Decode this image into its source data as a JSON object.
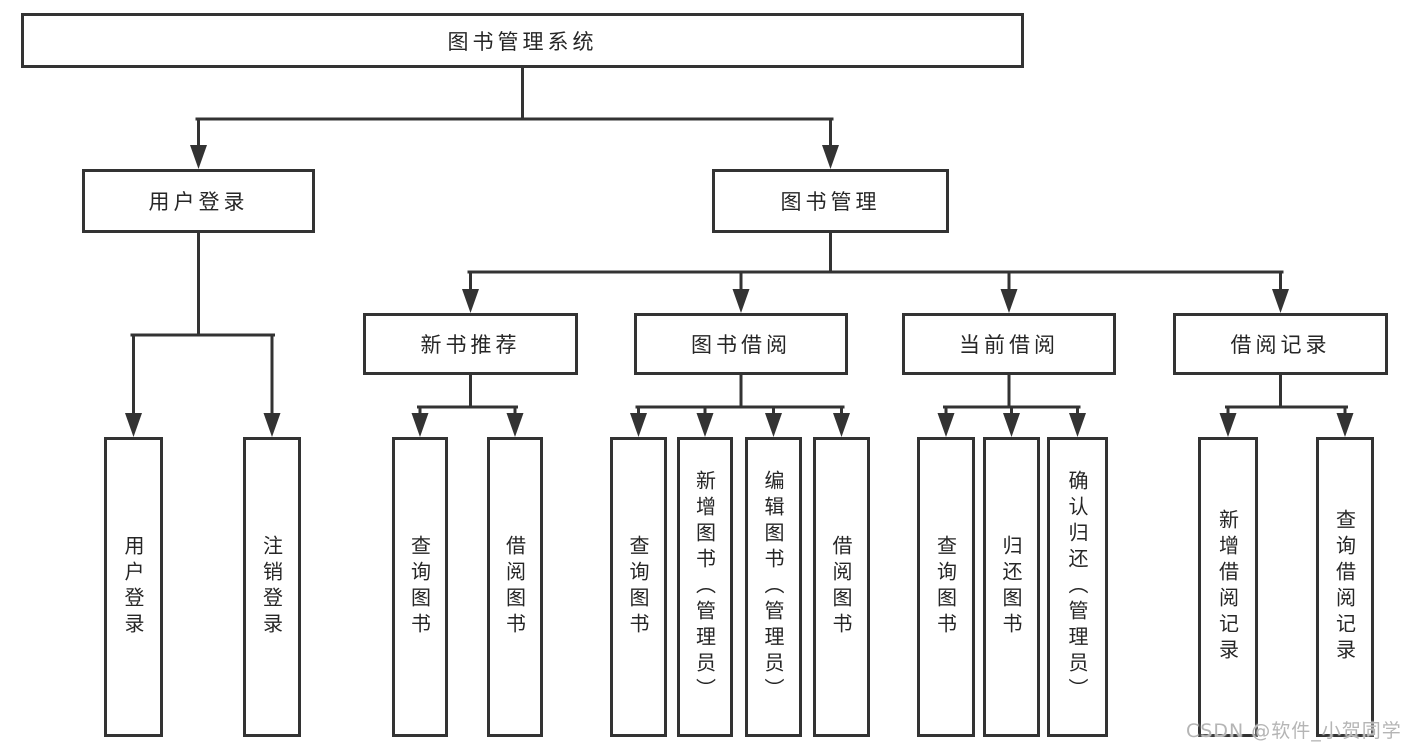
{
  "colors": {
    "background": "#ffffff",
    "line": "#333333",
    "box_border": "#333333",
    "box_background": "#ffffff",
    "text": "#262626",
    "watermark": "#b5b5b5"
  },
  "watermark": "CSDN @软件_小贺同学",
  "diagram": {
    "type": "hierarchy-tree",
    "root": {
      "label": "图书管理系统"
    },
    "groups": [
      {
        "label": "用户登录",
        "children": [
          {
            "label": "用户登录"
          },
          {
            "label": "注销登录"
          }
        ]
      },
      {
        "label": "图书管理",
        "children": [
          {
            "label": "新书推荐",
            "children": [
              {
                "label": "查询图书"
              },
              {
                "label": "借阅图书"
              }
            ]
          },
          {
            "label": "图书借阅",
            "children": [
              {
                "label": "查询图书"
              },
              {
                "label": "新增图书（管理员）"
              },
              {
                "label": "编辑图书（管理员）"
              },
              {
                "label": "借阅图书"
              }
            ]
          },
          {
            "label": "当前借阅",
            "children": [
              {
                "label": "查询图书"
              },
              {
                "label": "归还图书"
              },
              {
                "label": "确认归还（管理员）"
              }
            ]
          },
          {
            "label": "借阅记录",
            "children": [
              {
                "label": "新增借阅记录"
              },
              {
                "label": "查询借阅记录"
              }
            ]
          }
        ]
      }
    ]
  }
}
